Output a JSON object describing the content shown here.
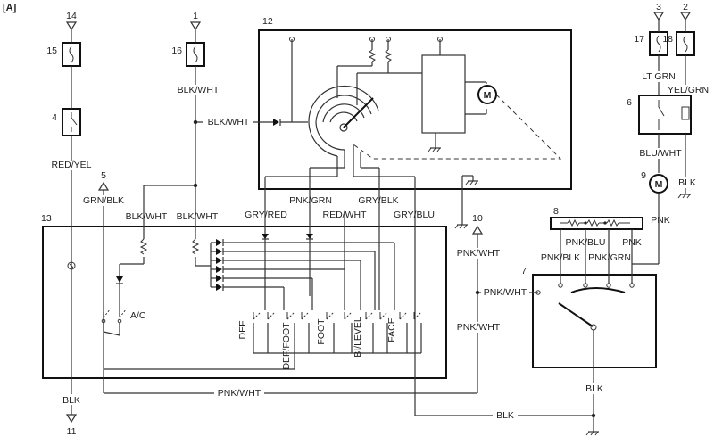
{
  "diagram": {
    "corner_label": "[A]",
    "terminals": {
      "t1": "1",
      "t2": "2",
      "t3": "3",
      "t5": "5",
      "t10": "10",
      "t11": "11",
      "t14": "14"
    },
    "components": {
      "c4": "4",
      "c6": "6",
      "c7": "7",
      "c8": "8",
      "c9": "9",
      "c12": "12",
      "c13": "13",
      "c15": "15",
      "c16": "16",
      "c17": "17",
      "c18": "18"
    },
    "motor_symbol": "M",
    "wires": {
      "red_yel": "RED/YEL",
      "blk_wht_top": "BLK/WHT",
      "blk_wht_mid": "BLK/WHT",
      "blk_wht_l1": "BLK/WHT",
      "blk_wht_l2": "BLK/WHT",
      "grn_blk": "GRN/BLK",
      "lt_grn": "LT GRN",
      "yel_grn": "YEL/GRN",
      "blu_wht": "BLU/WHT",
      "blk_right": "BLK",
      "pnk_grn": "PNK/GRN",
      "gry_blk": "GRY/BLK",
      "gry_red": "GRY/RED",
      "red_wht": "RED/WHT",
      "gry_blu": "GRY/BLU",
      "pnk_wht_a": "PNK/WHT",
      "pnk_wht_b": "PNK/WHT",
      "pnk_wht_c": "PNK/WHT",
      "pnk_wht_bottom": "PNK/WHT",
      "pnk": "PNK",
      "pnk_blu": "PNK/BLU",
      "pnk_blk": "PNK/BLK",
      "pnk_grn_b": "PNK/GRN",
      "pnk_b": "PNK",
      "blk_bottom_left": "BLK",
      "blk_bottom_mid": "BLK",
      "blk_bottom_right": "BLK"
    },
    "switches": {
      "ac": "A/C",
      "def": "DEF",
      "def_foot": "DEF/FOOT",
      "foot": "FOOT",
      "bi_level": "BI/LEVEL",
      "face": "FACE"
    }
  }
}
